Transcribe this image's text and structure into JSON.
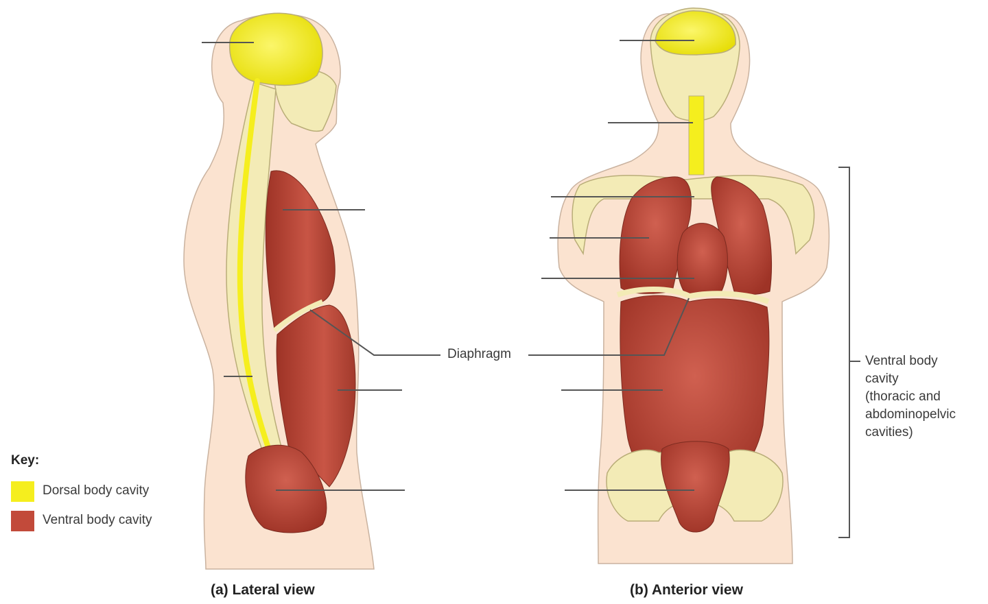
{
  "colors": {
    "dorsal": "#f5ee1e",
    "ventral": "#c24a3a",
    "skin": "#fbe3d0",
    "bone": "#f3ebb6",
    "leader": "#555555"
  },
  "labels": {
    "diaphragm": "Diaphragm",
    "ventral_bracket": [
      "Ventral body",
      "cavity",
      "(thoracic and",
      "abdominopelvic",
      "cavities)"
    ]
  },
  "key": {
    "title": "Key:",
    "items": [
      {
        "label": "Dorsal body cavity",
        "color": "#f5ee1e"
      },
      {
        "label": "Ventral body cavity",
        "color": "#c24a3a"
      }
    ]
  },
  "captions": {
    "lateral": "(a)  Lateral view",
    "anterior": "(b)  Anterior view"
  }
}
